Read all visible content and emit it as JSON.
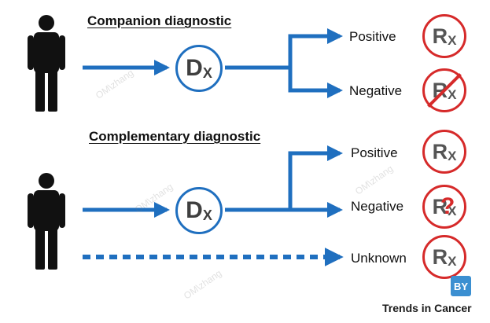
{
  "colors": {
    "arrow": "#1f6fbf",
    "figure": "#111111",
    "rx_border": "#d62a2a",
    "dx_border": "#1f6fbf",
    "badge": "#3b8fd1"
  },
  "companion": {
    "title": "Companion diagnostic",
    "dx_main": "D",
    "dx_sub": "X",
    "outcomes": [
      {
        "label": "Positive",
        "rx_main": "R",
        "rx_sub": "X",
        "rx_state": "allowed"
      },
      {
        "label": "Negative",
        "rx_main": "R",
        "rx_sub": "X",
        "rx_state": "crossed"
      }
    ]
  },
  "complementary": {
    "title": "Complementary diagnostic",
    "dx_main": "D",
    "dx_sub": "X",
    "outcomes": [
      {
        "label": "Positive",
        "rx_main": "R",
        "rx_sub": "X",
        "rx_state": "allowed"
      },
      {
        "label": "Negative",
        "rx_main": "R",
        "rx_sub": "X",
        "rx_state": "uncertain",
        "mark": "?"
      },
      {
        "label": "Unknown",
        "rx_main": "R",
        "rx_sub": "X",
        "rx_state": "allowed"
      }
    ]
  },
  "watermark": "OM\\zhang",
  "footer": {
    "badge": "BY",
    "credit": "Trends in Cancer"
  }
}
